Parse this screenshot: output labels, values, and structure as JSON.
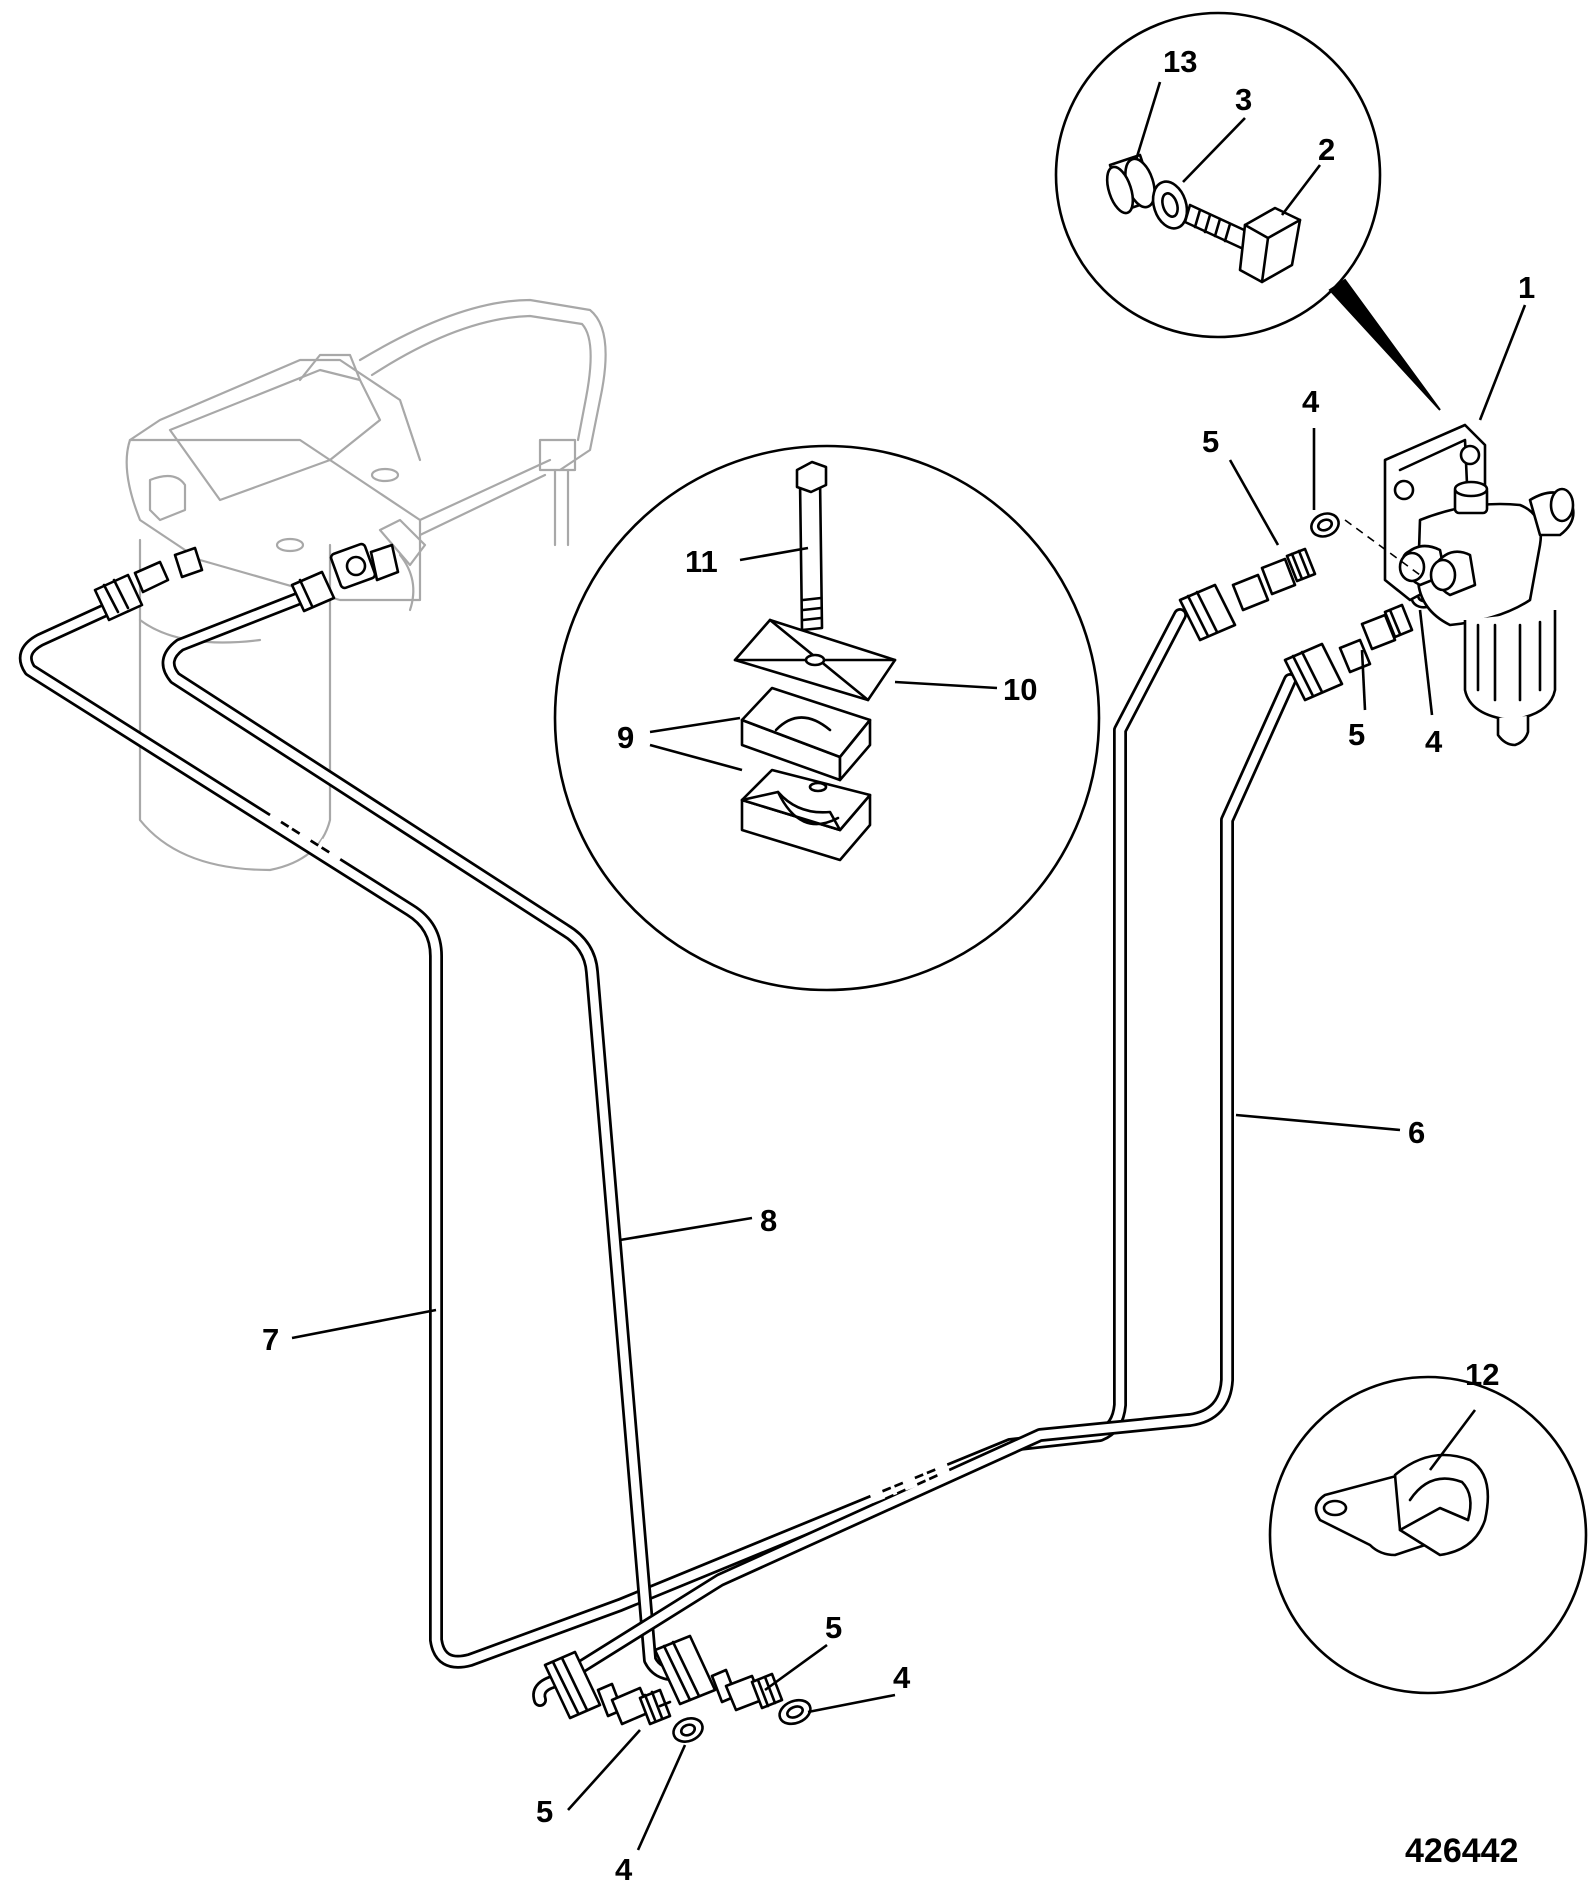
{
  "drawing_number": "426442",
  "callouts": {
    "c1": "1",
    "c2": "2",
    "c3": "3",
    "c4a": "4",
    "c4b": "4",
    "c4c": "4",
    "c4d": "4",
    "c5a": "5",
    "c5b": "5",
    "c5c": "5",
    "c5d": "5",
    "c6": "6",
    "c7": "7",
    "c8": "8",
    "c9": "9",
    "c10": "10",
    "c11": "11",
    "c12": "12",
    "c13": "13"
  }
}
